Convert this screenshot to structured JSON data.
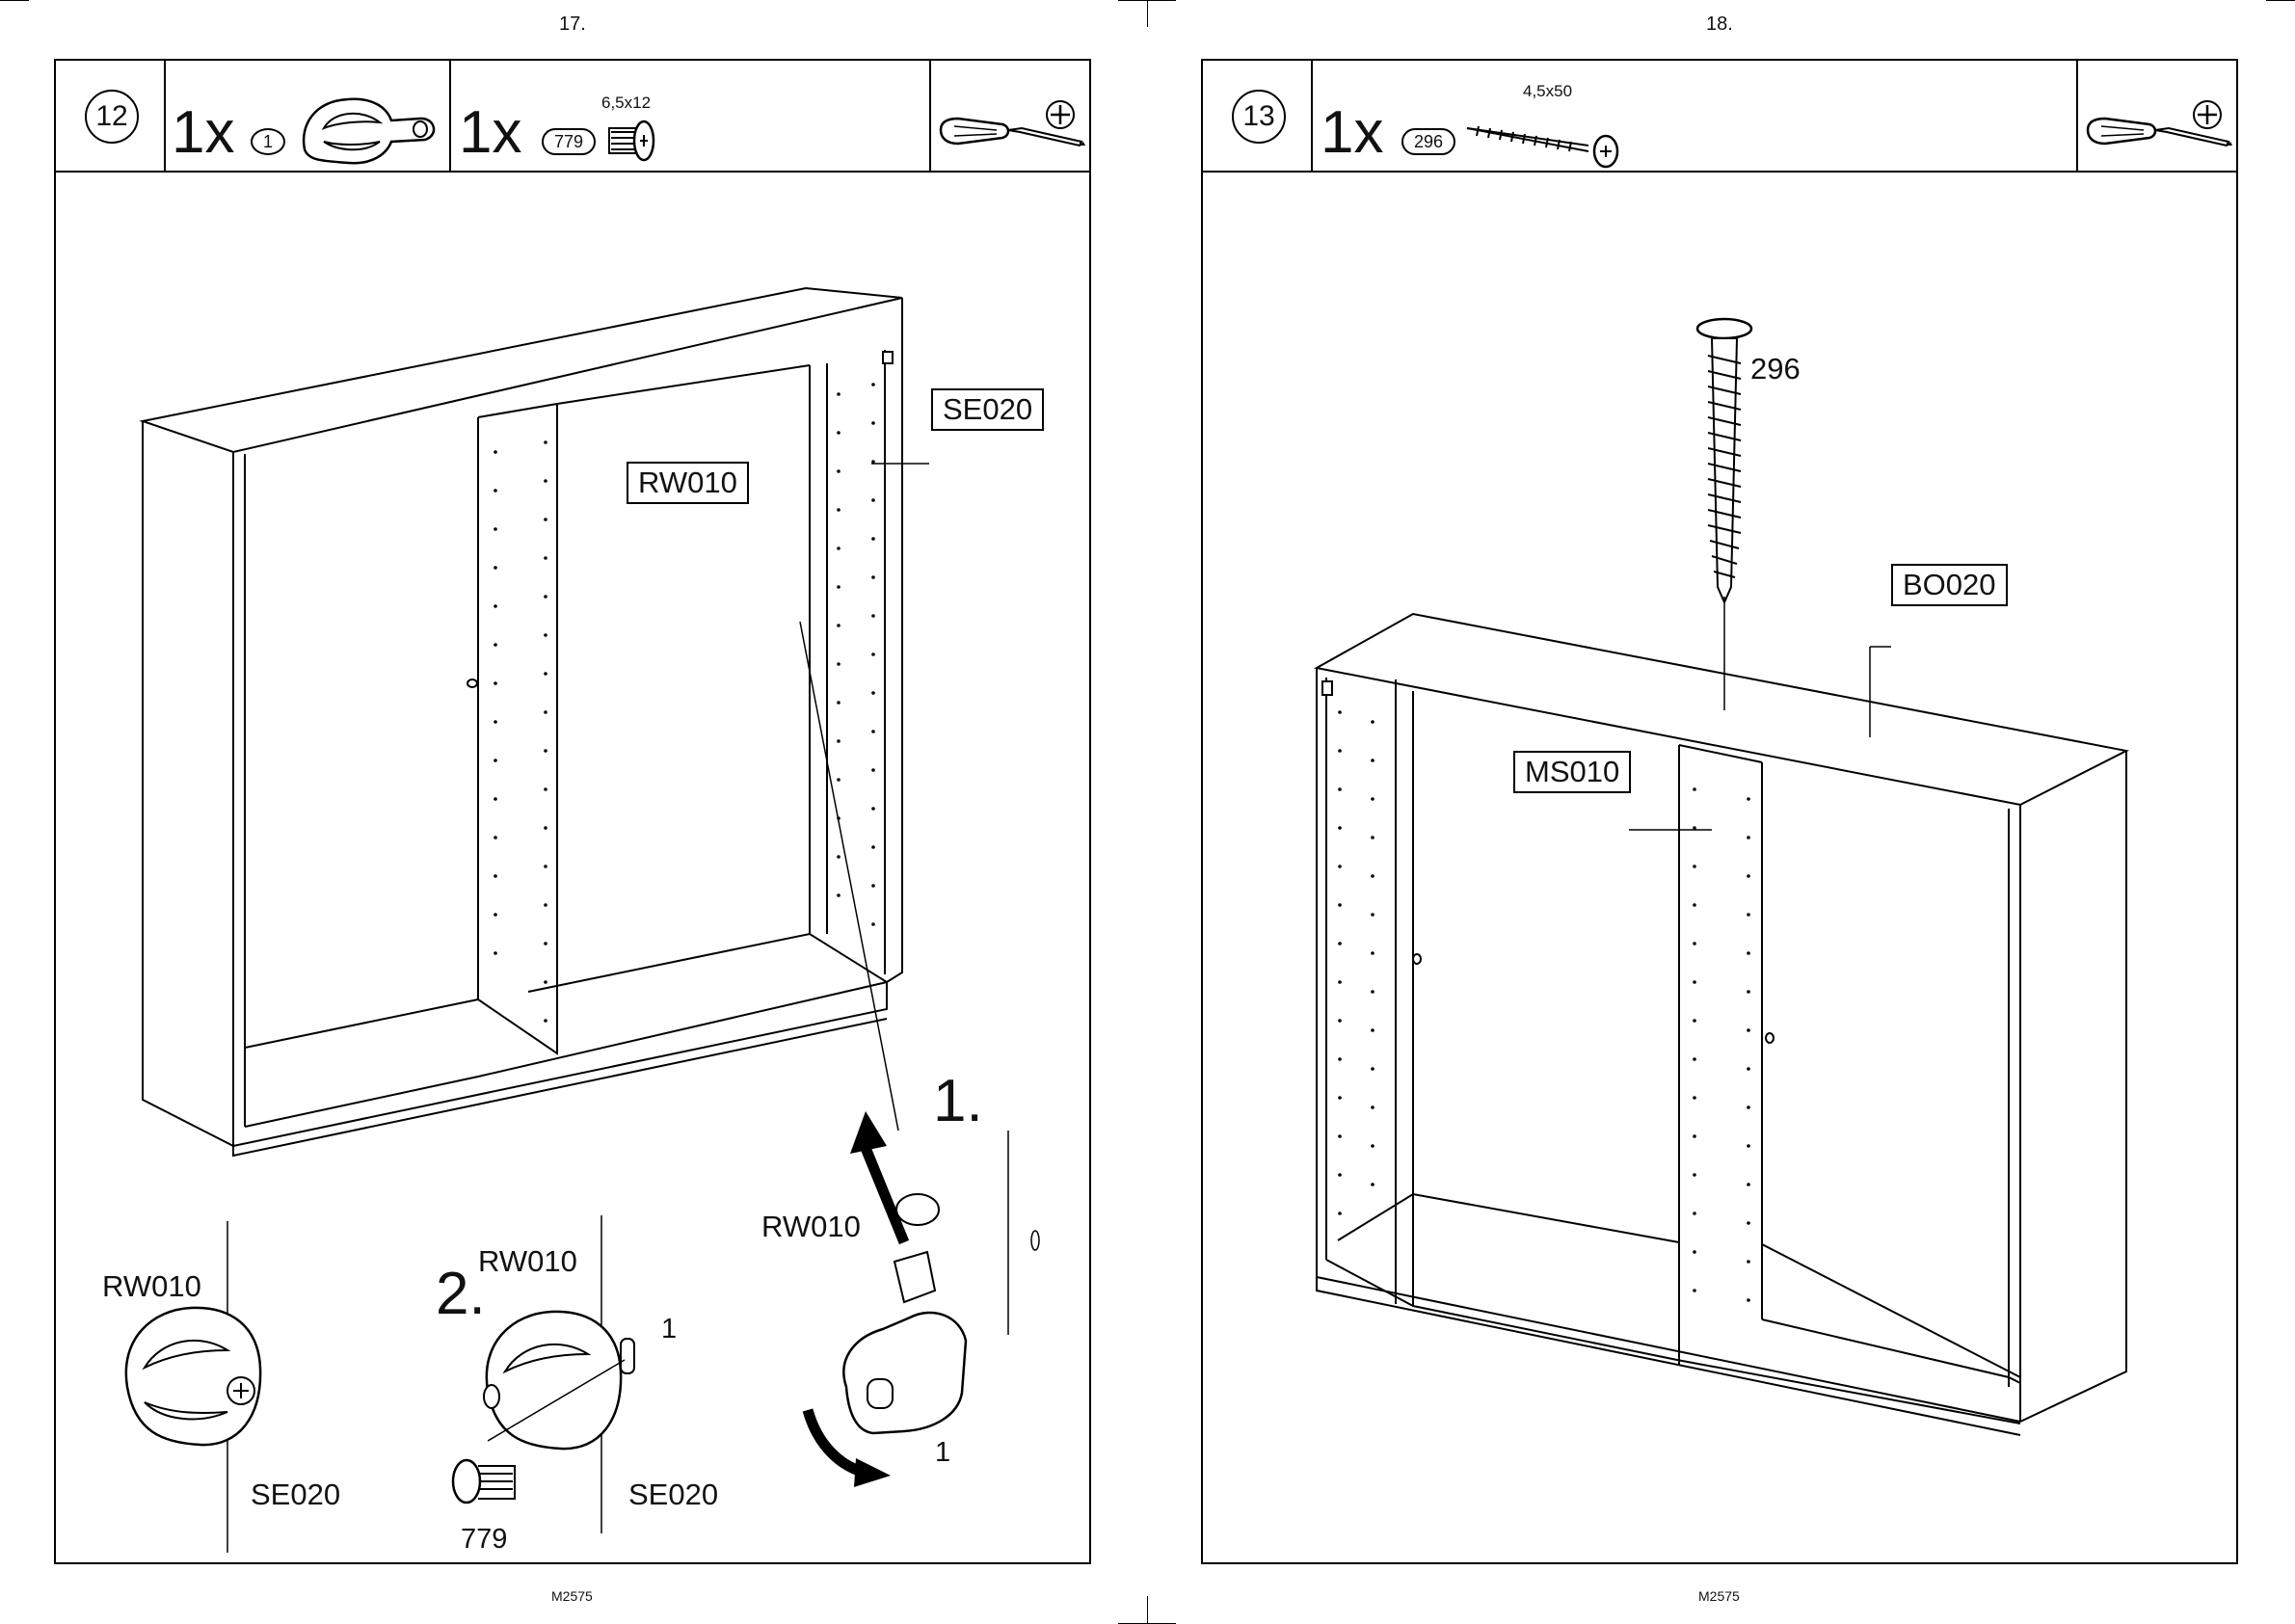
{
  "left_page": {
    "page_number": "17.",
    "footer": "M2575",
    "step": {
      "number": "12",
      "item1": {
        "qty": "1x",
        "part": "1"
      },
      "item2": {
        "qty": "1x",
        "part": "779",
        "dimension": "6,5x12"
      },
      "tool_icon": "screwdriver-icon",
      "labels": {
        "se020_boxed": "SE020",
        "rw010_boxed": "RW010",
        "step_one": "1.",
        "step_two": "2.",
        "d1_rw010": "RW010",
        "d1_se020": "SE020",
        "d2_rw010": "RW010",
        "d2_part1": "1",
        "d2_se020": "SE020",
        "d2_screw": "779",
        "d3_rw010": "RW010",
        "d3_part1": "1"
      }
    }
  },
  "right_page": {
    "page_number": "18.",
    "footer": "M2575",
    "step": {
      "number": "13",
      "item1": {
        "qty": "1x",
        "part": "296",
        "dimension": "4,5x50"
      },
      "tool_icon": "screwdriver-icon",
      "labels": {
        "screw": "296",
        "bo020_boxed": "BO020",
        "ms010_boxed": "MS010"
      }
    }
  }
}
